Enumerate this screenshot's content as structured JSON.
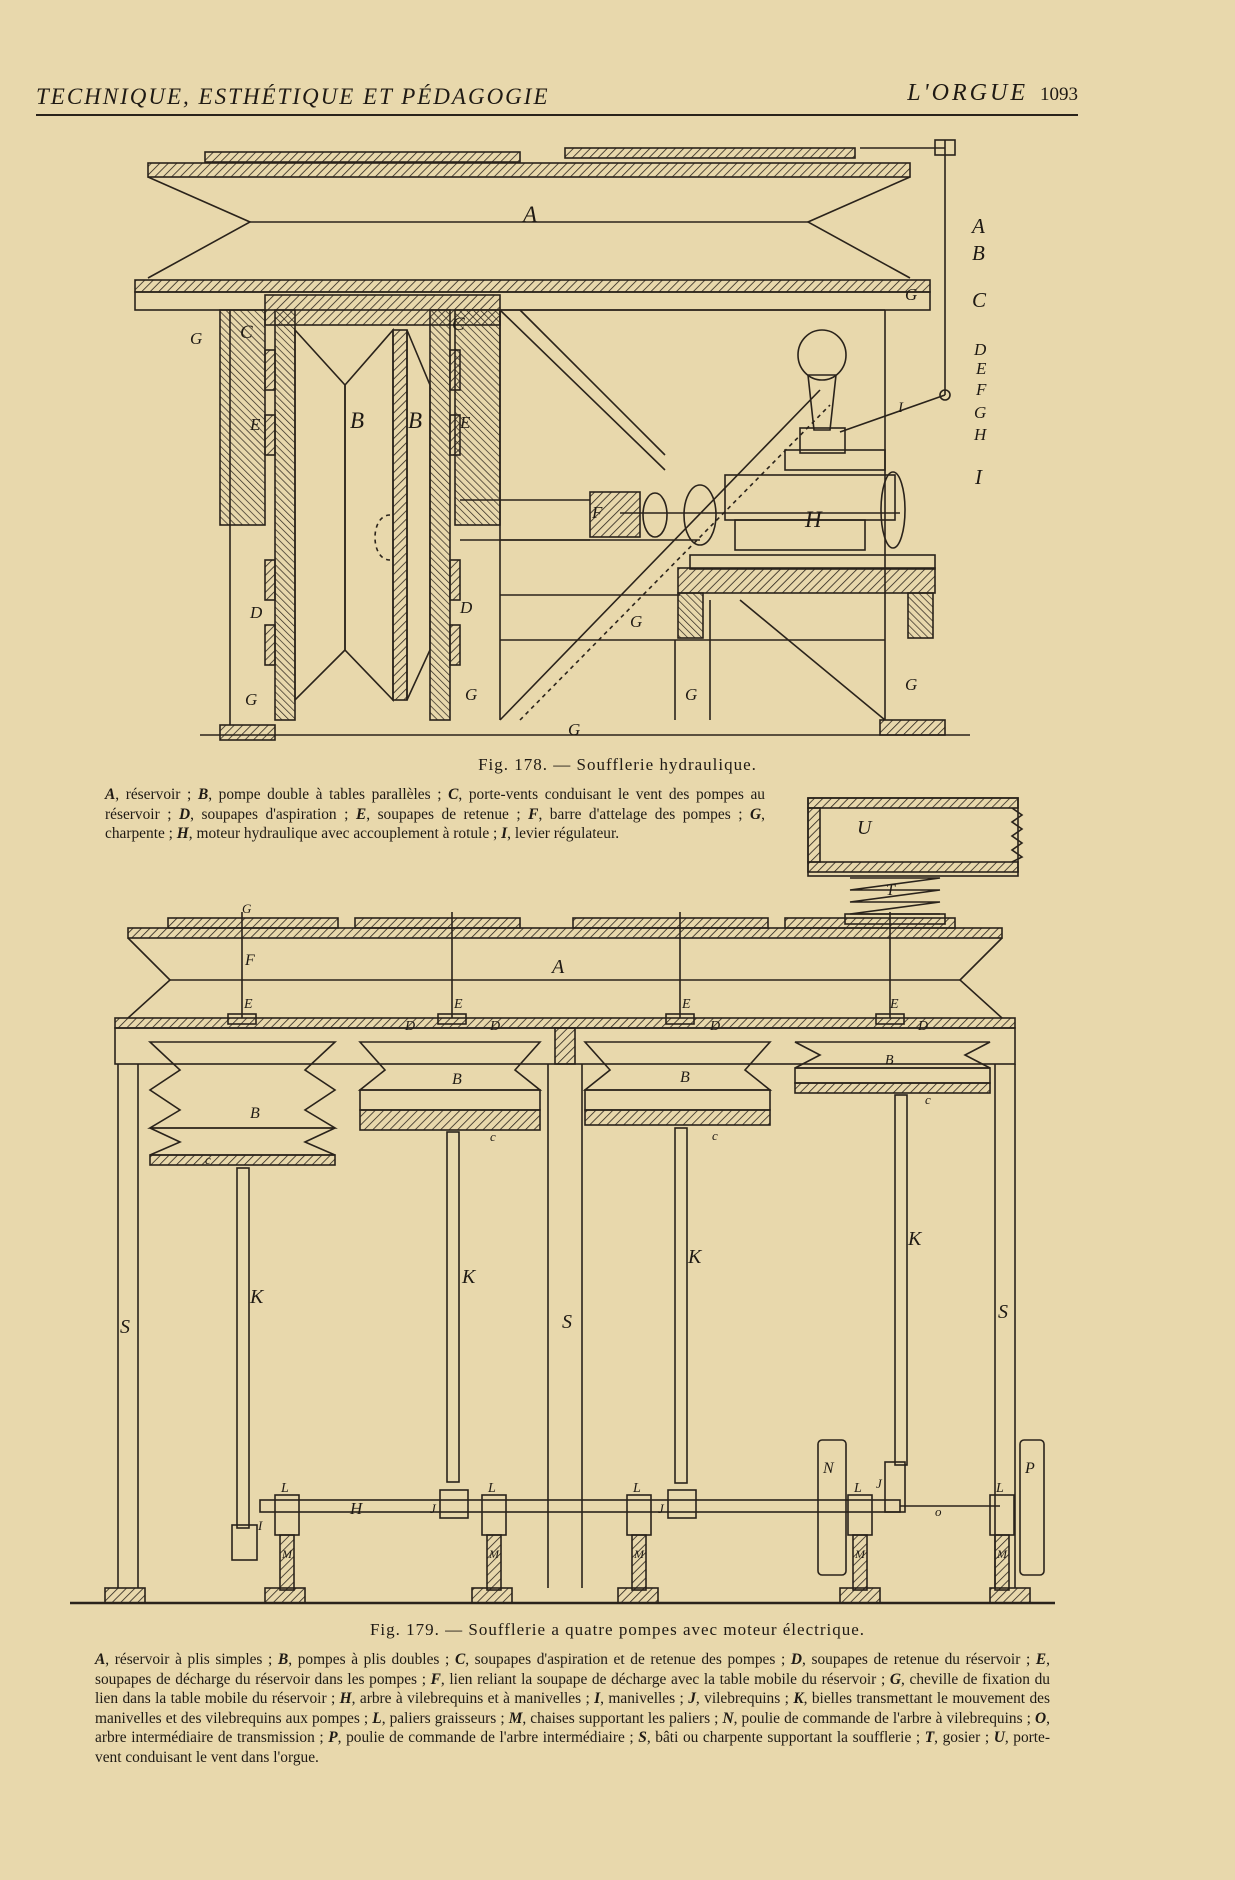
{
  "header": {
    "left": "TECHNIQUE, ESTHÉTIQUE ET PÉDAGOGIE",
    "right": "L'ORGUE",
    "page_number": "1093"
  },
  "fig178": {
    "caption": "Fig. 178. — Soufflerie hydraulique.",
    "legend": [
      {
        "key": "A",
        "text": ", réservoir ; "
      },
      {
        "key": "B",
        "text": ", pompe double à tables parallèles ; "
      },
      {
        "key": "C",
        "text": ", porte-vents conduisant le vent des pompes au réservoir ; "
      },
      {
        "key": "D",
        "text": ", soupapes d'aspiration ; "
      },
      {
        "key": "E",
        "text": ", soupapes de retenue ; "
      },
      {
        "key": "F",
        "text": ", barre d'attelage des pompes ; "
      },
      {
        "key": "G",
        "text": ", charpente ; "
      },
      {
        "key": "H",
        "text": ", moteur hydraulique avec accouplement à rotule ; "
      },
      {
        "key": "I",
        "text": ", levier régulateur."
      }
    ],
    "labels": {
      "A": "A",
      "B": "B",
      "C": "C",
      "D": "D",
      "E": "E",
      "F": "F",
      "G": "G",
      "H": "H",
      "I": "I"
    },
    "side_letters": [
      "A",
      "B",
      "C",
      "D",
      "E",
      "F",
      "G",
      "H",
      "I"
    ]
  },
  "fig179": {
    "caption": "Fig. 179. — Soufflerie a quatre pompes avec moteur électrique.",
    "legend": [
      {
        "key": "A",
        "text": ", réservoir à plis simples ; "
      },
      {
        "key": "B",
        "text": ", pompes à plis doubles ; "
      },
      {
        "key": "C",
        "text": ", soupapes d'aspiration et de retenue des pompes ; "
      },
      {
        "key": "D",
        "text": ", soupapes de retenue du réservoir ; "
      },
      {
        "key": "E",
        "text": ", soupapes de décharge du réservoir dans les pompes ; "
      },
      {
        "key": "F",
        "text": ", lien reliant la soupape de décharge avec la table mobile du réservoir ; "
      },
      {
        "key": "G",
        "text": ", cheville de fixation du lien dans la table mobile du réservoir ; "
      },
      {
        "key": "H",
        "text": ", arbre à vilebrequins et à manivelles ; "
      },
      {
        "key": "I",
        "text": ", manivelles ; "
      },
      {
        "key": "J",
        "text": ", vilebrequins ; "
      },
      {
        "key": "K",
        "text": ", bielles transmettant le mouvement des manivelles et des vilebrequins aux pompes ; "
      },
      {
        "key": "L",
        "text": ", paliers graisseurs ; "
      },
      {
        "key": "M",
        "text": ", chaises supportant les paliers ; "
      },
      {
        "key": "N",
        "text": ", poulie de commande de l'arbre à vilebrequins ; "
      },
      {
        "key": "O",
        "text": ", arbre intermédiaire de transmission ; "
      },
      {
        "key": "P",
        "text": ", poulie de commande de l'arbre intermédiaire ; "
      },
      {
        "key": "S",
        "text": ", bâti ou charpente supportant la soufflerie ; "
      },
      {
        "key": "T",
        "text": ", gosier ; "
      },
      {
        "key": "U",
        "text": ", porte-vent conduisant le vent dans l'orgue."
      }
    ],
    "labels": {
      "A": "A",
      "B": "B",
      "C": "c",
      "D": "D",
      "E": "E",
      "F": "F",
      "G": "G",
      "H": "H",
      "I": "I",
      "J": "J",
      "K": "K",
      "L": "L",
      "M": "M",
      "N": "N",
      "O": "o",
      "P": "P",
      "S": "S",
      "T": "T",
      "U": "U"
    }
  }
}
